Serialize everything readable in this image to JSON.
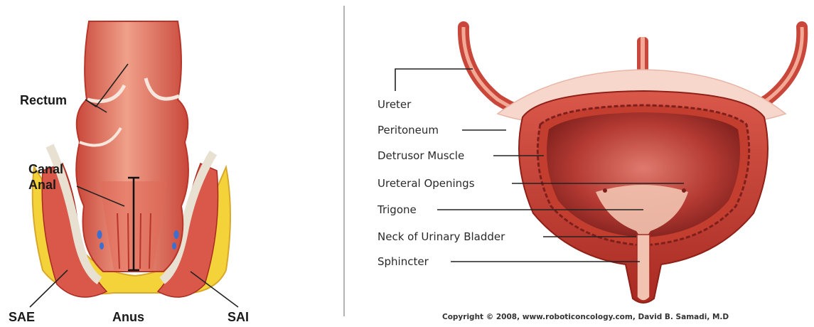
{
  "left_panel": {
    "labels": {
      "rectum": "Rectum",
      "canal_line1": "Canal",
      "canal_line2": "Anal",
      "sae": "SAE",
      "anus": "Anus",
      "sai": "SAI"
    }
  },
  "right_panel": {
    "labels": {
      "ureter": "Ureter",
      "peritoneum": "Peritoneum",
      "detrusor": "Detrusor Muscle",
      "ureteral_openings": "Ureteral Openings",
      "trigone": "Trigone",
      "neck": "Neck of Urinary Bladder",
      "sphincter": "Sphincter"
    },
    "copyright": "Copyright © 2008, www.roboticoncology.com, David B. Samadi, M.D"
  },
  "colors": {
    "muscle_dark": "#b8352a",
    "muscle_mid": "#d9584a",
    "muscle_light": "#f2a995",
    "fat_yellow": "#f3d23a",
    "divider": "#9a9a9a"
  }
}
